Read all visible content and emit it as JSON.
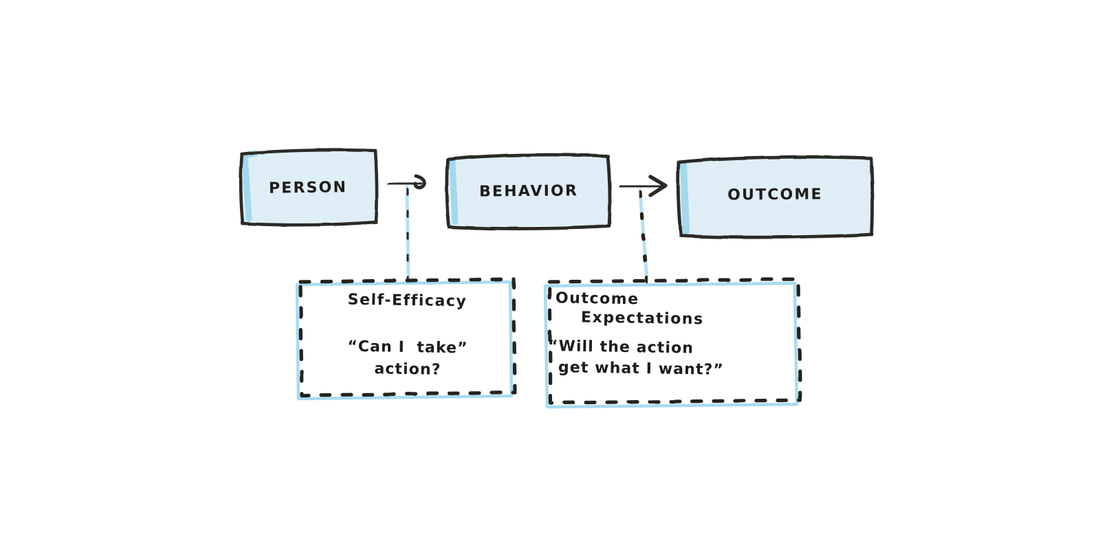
{
  "diagram": {
    "background_color": "#ffffff",
    "ink_color": "#2b2926",
    "pencil_fill_color": "#dfeef5",
    "pencil_edge_color": "#8ecfe8",
    "style": "hand-drawn pen and colored-pencil sketch"
  },
  "nodes": [
    {
      "id": "person",
      "label": "Person",
      "shape": "rounded-rectangle",
      "border": "solid"
    },
    {
      "id": "behavior",
      "label": "Behavior",
      "shape": "rounded-rectangle",
      "border": "solid"
    },
    {
      "id": "outcome",
      "label": "Outcome",
      "shape": "rounded-rectangle",
      "border": "solid"
    }
  ],
  "arrows": [
    {
      "id": "person-to-behavior",
      "from": "person",
      "to": "behavior",
      "style": "solid-arrow"
    },
    {
      "id": "behavior-to-outcome",
      "from": "behavior",
      "to": "outcome",
      "style": "solid-arrow"
    }
  ],
  "connectors": [
    {
      "id": "self-efficacy-connector",
      "from": "person-to-behavior",
      "to": "self-efficacy",
      "style": "dotted-vertical"
    },
    {
      "id": "outcome-expectations-connector",
      "from": "behavior-to-outcome",
      "to": "outcome-expectations",
      "style": "dotted-vertical"
    }
  ],
  "notes": [
    {
      "id": "self-efficacy",
      "title": "Self-Efficacy",
      "quote_line_1": "“Can I  take”",
      "quote_line_2": "action?",
      "border": "dashed",
      "title_align": "center",
      "quote_align": "center"
    },
    {
      "id": "outcome-expectations",
      "title_line_1": "Outcome",
      "title_line_2": "Expectations",
      "quote_line_1": "“Will the action",
      "quote_line_2": "get what I want?”",
      "border": "dashed",
      "title_align": "left",
      "quote_align": "left"
    }
  ]
}
